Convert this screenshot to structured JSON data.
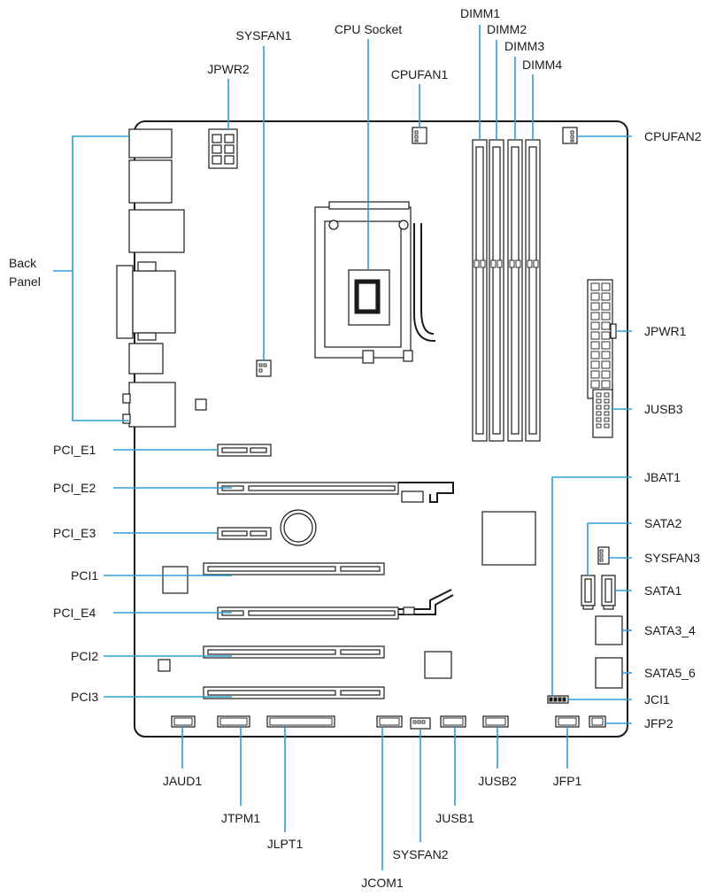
{
  "labels": {
    "sysfan1": "SYSFAN1",
    "cpu_socket": "CPU Socket",
    "dimm1": "DIMM1",
    "dimm2": "DIMM2",
    "dimm3": "DIMM3",
    "dimm4": "DIMM4",
    "jpwr2": "JPWR2",
    "cpufan1": "CPUFAN1",
    "cpufan2": "CPUFAN2",
    "back": "Back",
    "panel": "Panel",
    "jpwr1": "JPWR1",
    "jusb3": "JUSB3",
    "pci_e1": "PCI_E1",
    "pci_e2": "PCI_E2",
    "pci_e3": "PCI_E3",
    "pci1": "PCI1",
    "pci_e4": "PCI_E4",
    "pci2": "PCI2",
    "pci3": "PCI3",
    "jbat1": "JBAT1",
    "sata2": "SATA2",
    "sysfan3": "SYSFAN3",
    "sata1": "SATA1",
    "sata3_4": "SATA3_4",
    "sata5_6": "SATA5_6",
    "jci1": "JCI1",
    "jfp2": "JFP2",
    "jaud1": "JAUD1",
    "jtpm1": "JTPM1",
    "jlpt1": "JLPT1",
    "jcom1": "JCOM1",
    "sysfan2": "SYSFAN2",
    "jusb1": "JUSB1",
    "jusb2": "JUSB2",
    "jfp1": "JFP1"
  },
  "colors": {
    "leader": "#2a9fd8",
    "outline": "#1a1a1a",
    "text": "#1a1a1a"
  }
}
